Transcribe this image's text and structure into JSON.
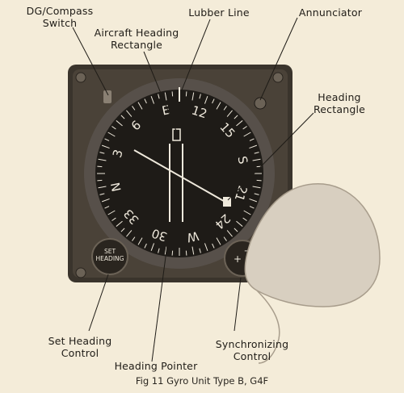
{
  "labels": {
    "dg_compass_switch": "DG/Compass Switch",
    "lubber_line": "Lubber Line",
    "annunciator": "Annunciator",
    "aircraft_heading_rectangle": "Aircraft Heading Rectangle",
    "heading_rectangle": "Heading Rectangle",
    "set_heading_control": "Set Heading Control",
    "heading_pointer": "Heading Pointer",
    "synchronizing_control": "Synchronizing Control"
  },
  "instrument": {
    "set_heading_button": "SET HEADING",
    "dial_marks": [
      "E",
      "12",
      "15",
      "S",
      "21",
      "24",
      "W",
      "30",
      "33",
      "N",
      "3",
      "6"
    ]
  },
  "caption": "Fig 11   Gyro Unit Type B, G4F",
  "colors": {
    "paper": "#f4ecd9",
    "case": "#3a342c",
    "dial": "#1e1b17",
    "marking": "#efe9dc"
  }
}
